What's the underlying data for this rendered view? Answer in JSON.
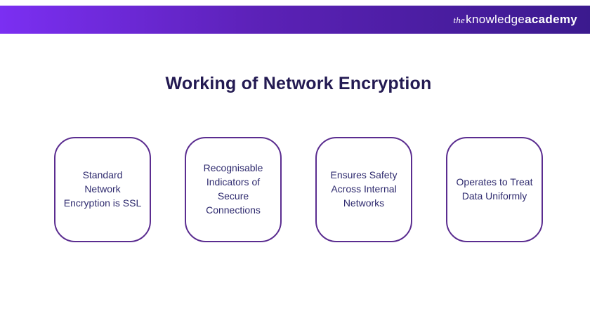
{
  "header": {
    "logo": {
      "prefix": "the",
      "mid": "knowledge",
      "suffix": "academy"
    },
    "bg_gradient_start": "#7b2ff2",
    "bg_gradient_end": "#3b1a8e"
  },
  "title": "Working of Network Encryption",
  "title_color": "#231a52",
  "cards": [
    {
      "label": "Standard Network Encryption is SSL"
    },
    {
      "label": "Recognisable Indicators of Secure Connections"
    },
    {
      "label": "Ensures Safety Across Internal Networks"
    },
    {
      "label": "Operates to Treat Data Uniformly"
    }
  ],
  "card_border_color": "#5b2d90",
  "card_text_color": "#2e2a6e"
}
